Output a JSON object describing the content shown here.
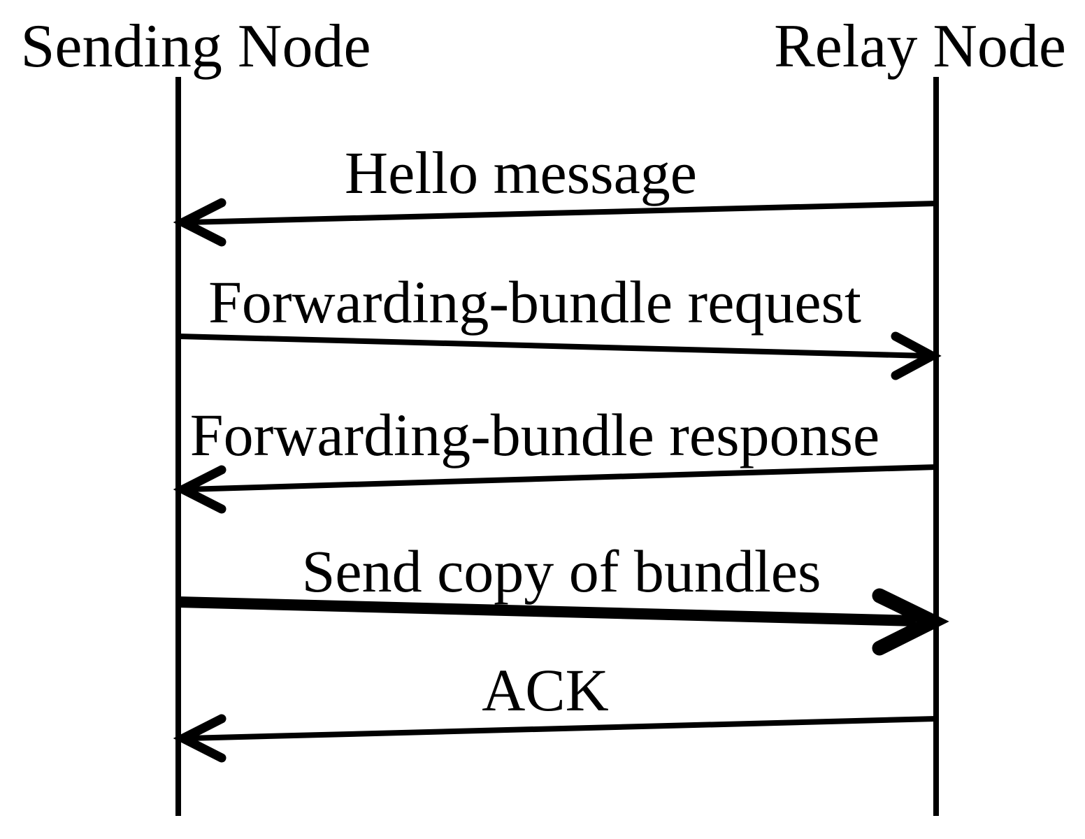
{
  "diagram": {
    "type": "sequence",
    "colors": {
      "ink": "#000000",
      "background": "#ffffff"
    },
    "actors": [
      {
        "id": "sending",
        "label": "Sending Node"
      },
      {
        "id": "relay",
        "label": "Relay Node"
      }
    ],
    "messages": [
      {
        "label": "Hello message",
        "from": "Relay Node",
        "to": "Sending Node",
        "direction": "right-to-left",
        "style": "normal"
      },
      {
        "label": "Forwarding-bundle request",
        "from": "Sending Node",
        "to": "Relay Node",
        "direction": "left-to-right",
        "style": "normal"
      },
      {
        "label": "Forwarding-bundle response",
        "from": "Relay Node",
        "to": "Sending Node",
        "direction": "right-to-left",
        "style": "normal"
      },
      {
        "label": "Send copy of bundles",
        "from": "Sending Node",
        "to": "Relay Node",
        "direction": "left-to-right",
        "style": "bold"
      },
      {
        "label": "ACK",
        "from": "Relay Node",
        "to": "Sending Node",
        "direction": "right-to-left",
        "style": "normal"
      }
    ]
  }
}
